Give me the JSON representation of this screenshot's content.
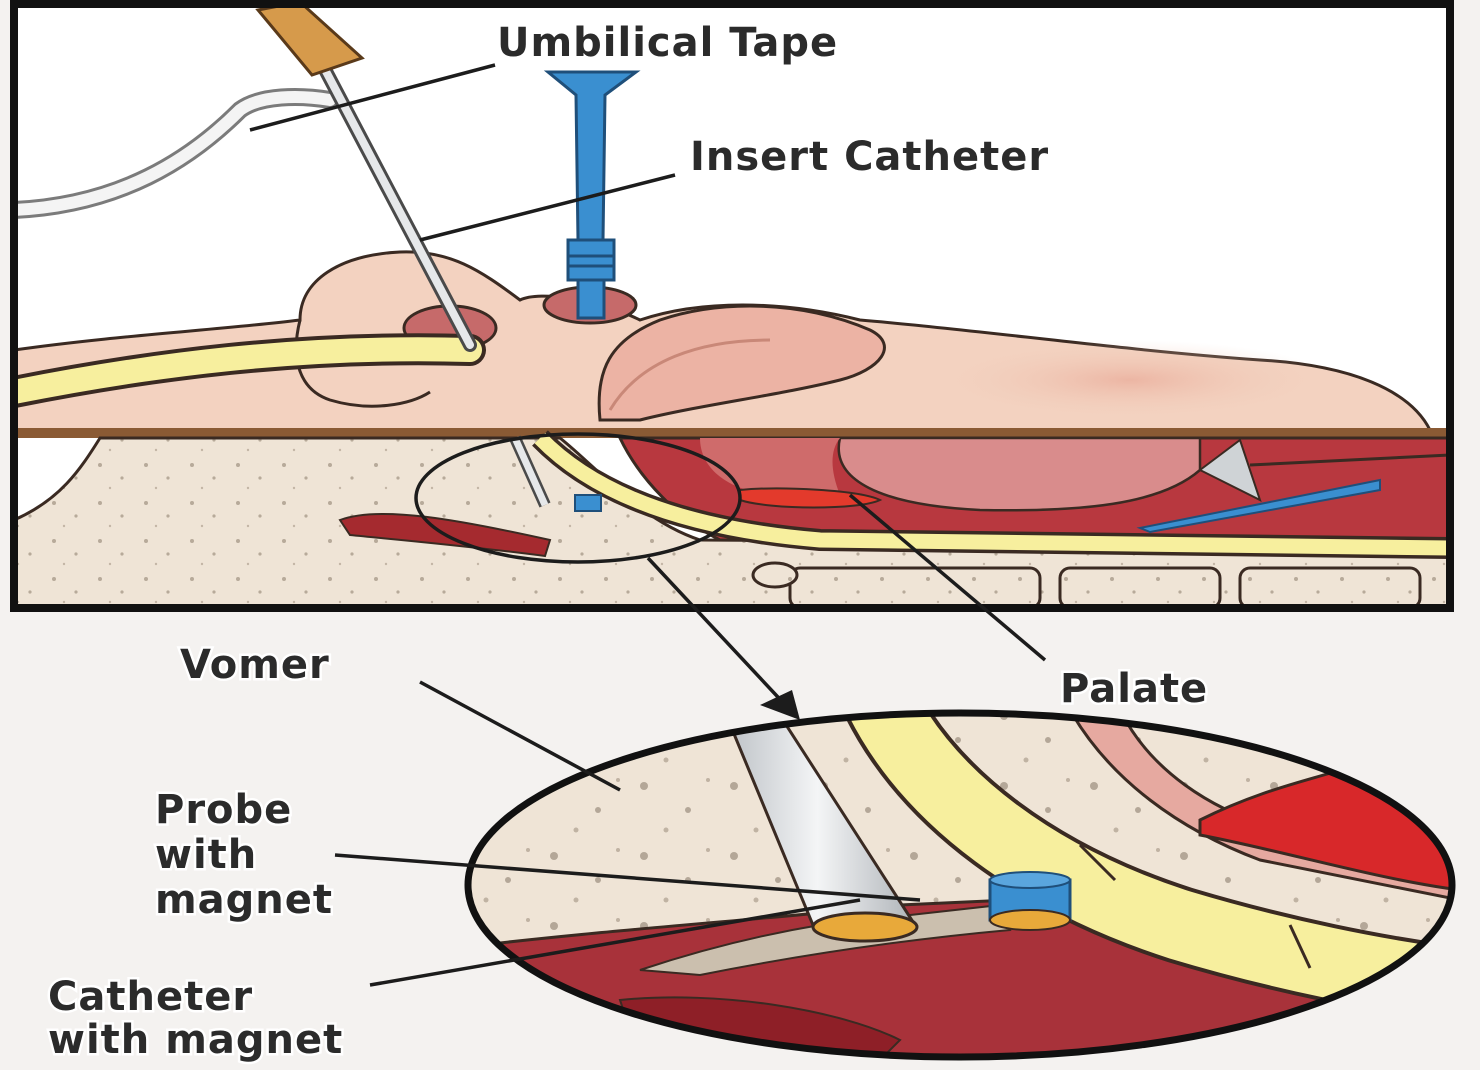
{
  "labels": {
    "umbilical_tape": "Umbilical Tape",
    "insert_catheter": "Insert Catheter",
    "vomer": "Vomer",
    "palate": "Palate",
    "probe_with_magnet": [
      "Probe",
      "with",
      "magnet"
    ],
    "catheter_with_magnet": [
      "Catheter",
      "with magnet"
    ]
  },
  "colors": {
    "skin": "#f3d2c0",
    "skin_shadow": "#e7b6a3",
    "tissue": "#b8383f",
    "tissue_light": "#d98c8c",
    "bone": "#efe4d6",
    "catheter_yellow": "#f7ef9e",
    "probe_blue": "#3a8fd0",
    "probe_gray": "#d9dcdf",
    "palate_red": "#e33a2c",
    "frame": "#111111",
    "divider": "#8a5a34"
  }
}
